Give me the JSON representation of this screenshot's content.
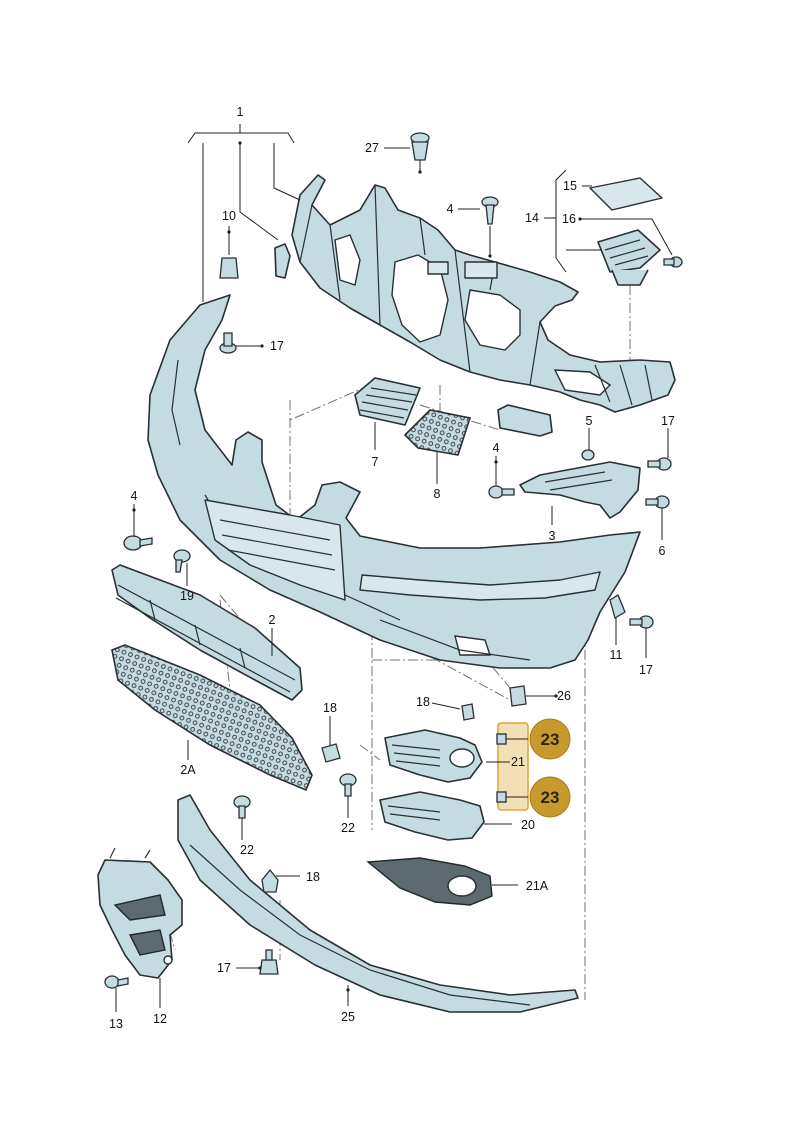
{
  "colors": {
    "part_fill": "#c5dbe2",
    "outline": "#2a2f33",
    "highlight_fill": "#f3dfb5",
    "highlight_stroke": "#e0a63a",
    "badge_fill": "#c89a2c"
  },
  "callouts": {
    "c1": "1",
    "c27": "27",
    "c4a": "4",
    "c15": "15",
    "c14": "14",
    "c16": "16",
    "c10": "10",
    "c17a": "17",
    "c7": "7",
    "c8": "8",
    "c5": "5",
    "c17b": "17",
    "c4b": "4",
    "c3": "3",
    "c6": "6",
    "c4c": "4",
    "c19": "19",
    "c2": "2",
    "c11": "11",
    "c17c": "17",
    "c26": "26",
    "c18a": "18",
    "c18b": "18",
    "c21": "21",
    "c2A": "2A",
    "c22a": "22",
    "c22b": "22",
    "c20": "20",
    "c21A": "21A",
    "c18c": "18",
    "c17d": "17",
    "c13": "13",
    "c12": "12",
    "c25": "25"
  },
  "badges": {
    "b1": "23",
    "b2": "23"
  }
}
